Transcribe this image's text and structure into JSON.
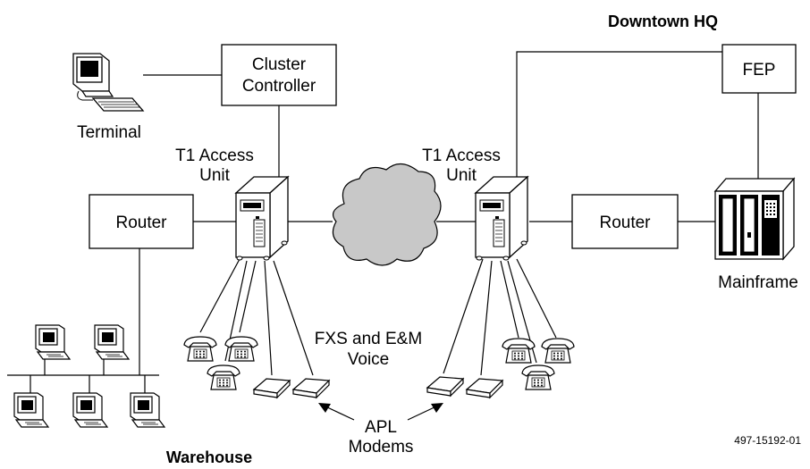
{
  "labels": {
    "downtown_hq": "Downtown HQ",
    "fep": "FEP",
    "cluster_controller_line1": "Cluster",
    "cluster_controller_line2": "Controller",
    "terminal": "Terminal",
    "t1_left_line1": "T1 Access",
    "t1_left_line2": "Unit",
    "t1_right_line1": "T1 Access",
    "t1_right_line2": "Unit",
    "router_left": "Router",
    "router_right": "Router",
    "mainframe": "Mainframe",
    "voice_line1": "FXS and E&M",
    "voice_line2": "Voice",
    "modems_line1": "APL",
    "modems_line2": "Modems",
    "warehouse": "Warehouse",
    "figure_id": "497-15192-01"
  },
  "icons": {
    "cloud": "network-cloud-icon",
    "access_unit": "t1-access-unit-icon",
    "telephone": "telephone-icon",
    "modem": "modem-icon",
    "computer": "computer-icon",
    "mainframe": "mainframe-icon"
  },
  "colors": {
    "cloud_fill": "#c8c8c8",
    "line": "#000000",
    "background": "#ffffff"
  }
}
